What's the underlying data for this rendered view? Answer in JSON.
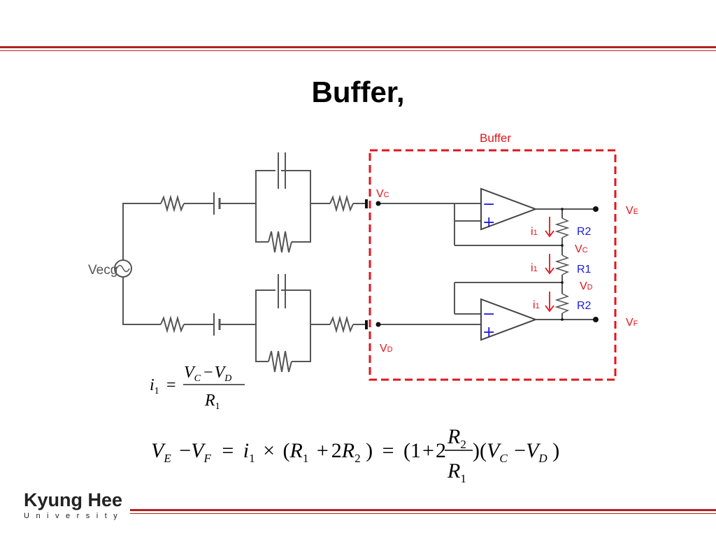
{
  "slide": {
    "title": "Buffer,"
  },
  "diagram": {
    "buffer_label": "Buffer",
    "source_label": "Vecg",
    "node_labels": {
      "vc_left": {
        "main": "V",
        "sub": "C"
      },
      "vd_left": {
        "main": "V",
        "sub": "D"
      },
      "ve_out": {
        "main": "V",
        "sub": "E"
      },
      "vf_out": {
        "main": "V",
        "sub": "F"
      },
      "vc_mid": {
        "main": "V",
        "sub": "C"
      },
      "vd_mid": {
        "main": "V",
        "sub": "D"
      }
    },
    "resistor_labels": {
      "r2_top": "R2",
      "r1_mid": "R1",
      "r2_bot": "R2"
    },
    "current_label": {
      "main": "i",
      "sub": "1"
    },
    "opamp_minus": "−",
    "opamp_plus": "+",
    "colors": {
      "accent_red": "#e0161e",
      "label_blue": "#1c1cd6",
      "wire": "#555555"
    }
  },
  "equations": {
    "eq1": {
      "lhs": "i",
      "lhs_sub": "1",
      "equals": "=",
      "num_a": "V",
      "num_a_sub": "C",
      "minus": "−",
      "num_b": "V",
      "num_b_sub": "D",
      "den": "R",
      "den_sub": "1"
    },
    "eq2": {
      "a": "V",
      "a_sub": "E",
      "minus1": "−",
      "b": "V",
      "b_sub": "F",
      "eq1": "=",
      "c": "i",
      "c_sub": "1",
      "times": "×",
      "open1": "(",
      "d": "R",
      "d_sub": "1",
      "plus1": "+",
      "two1": "2",
      "e": "R",
      "e_sub": "2",
      "close1": ")",
      "eq2": "=",
      "open2": "(1",
      "plus2": "+",
      "two2": "2",
      "frac_num": "R",
      "frac_num_sub": "2",
      "frac_den": "R",
      "frac_den_sub": "1",
      "close2": ")(",
      "f": "V",
      "f_sub": "C",
      "minus2": "−",
      "g": "V",
      "g_sub": "D",
      "close3": ")"
    }
  },
  "logo": {
    "name": "Kyung Hee",
    "sub": "University"
  }
}
